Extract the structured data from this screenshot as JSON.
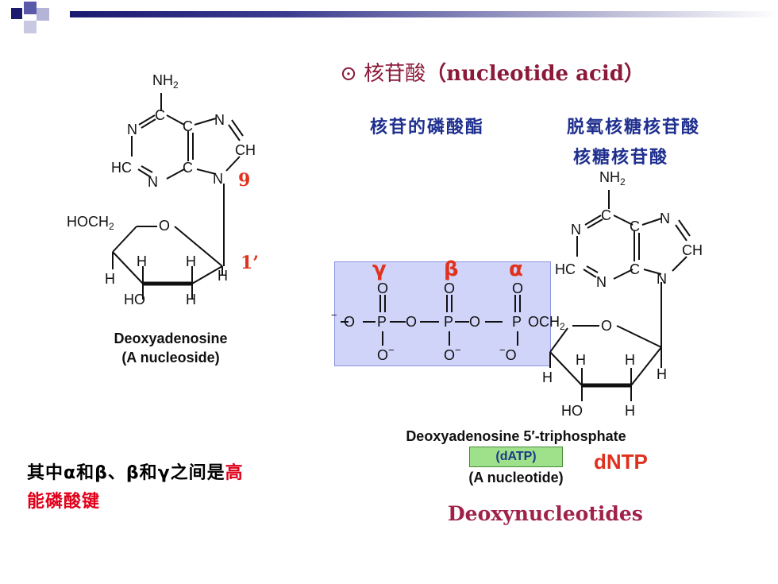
{
  "slide": {
    "title_symbol": "⊙",
    "title_cn": "核苷酸",
    "title_paren": "（nucleotide acid）",
    "subtitle_left": "核苷的磷酸酯",
    "subtitle_right_1": "脱氧核糖核苷酸",
    "subtitle_right_2": "核糖核苷酸",
    "label_9": "9",
    "label_1prime": "1’",
    "greek_gamma": "γ",
    "greek_beta": "β",
    "greek_alpha": "α",
    "note_part1": "其中α和β、β和γ之间是",
    "note_highlight1": "高",
    "note_highlight2": "能磷酸键",
    "dntp": "dNTP",
    "deoxynucleotides": "Deoxynucleotides"
  },
  "left_structure": {
    "atoms": {
      "nh2": "NH",
      "nh2_sub": "2",
      "n": "N",
      "c": "C",
      "ch": "CH",
      "hc": "HC",
      "o": "O",
      "h": "H",
      "ho": "HO",
      "hoch2": "HOCH",
      "hoch2_sub": "2"
    },
    "caption_1": "Deoxyadenosine",
    "caption_2": "(A nucleoside)"
  },
  "right_structure": {
    "phosphate_atoms": {
      "o": "O",
      "p": "P",
      "ominus": "O",
      "ominus_sup": "−",
      "och2": "OCH",
      "och2_sub": "2"
    },
    "caption_1": "Deoxyadenosine 5′-triphosphate",
    "abbr": "(dATP)",
    "caption_2": "(A nucleotide)"
  },
  "colors": {
    "title": "#8b1a3a",
    "blue_text": "#1f2f8f",
    "red_label": "#e0331f",
    "highlight_box": "#9fa6f0",
    "datp_box": "#9fe08a"
  }
}
